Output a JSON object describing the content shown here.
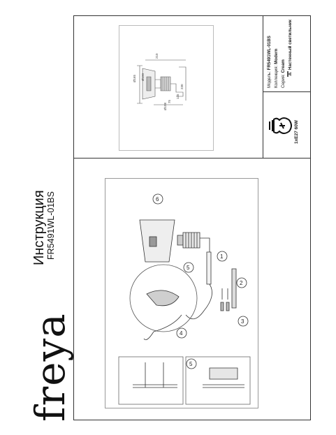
{
  "brand": {
    "name": "freya"
  },
  "document": {
    "title": "Инструкция",
    "model": "FR5491WL-01BS"
  },
  "specs": {
    "rows": [
      {
        "label": "Модель:",
        "value": "FR5491WL-01BS"
      },
      {
        "label": "Коллекция:",
        "value": "Modern"
      },
      {
        "label": "Серия:",
        "value": "Cream"
      },
      {
        "label": "",
        "value": "Настенный светильник"
      }
    ]
  },
  "bulb": {
    "label": "1xE27 60W"
  },
  "dimensions": [
    "Ø165",
    "Ø150",
    "210",
    "230",
    "Ø108",
    "145",
    "75"
  ],
  "steps": [
    "1",
    "2",
    "3",
    "4",
    "5",
    "6"
  ],
  "detail_steps": [
    "5"
  ],
  "colors": {
    "line": "#333333",
    "paper": "#ffffff",
    "ink": "#111111"
  }
}
